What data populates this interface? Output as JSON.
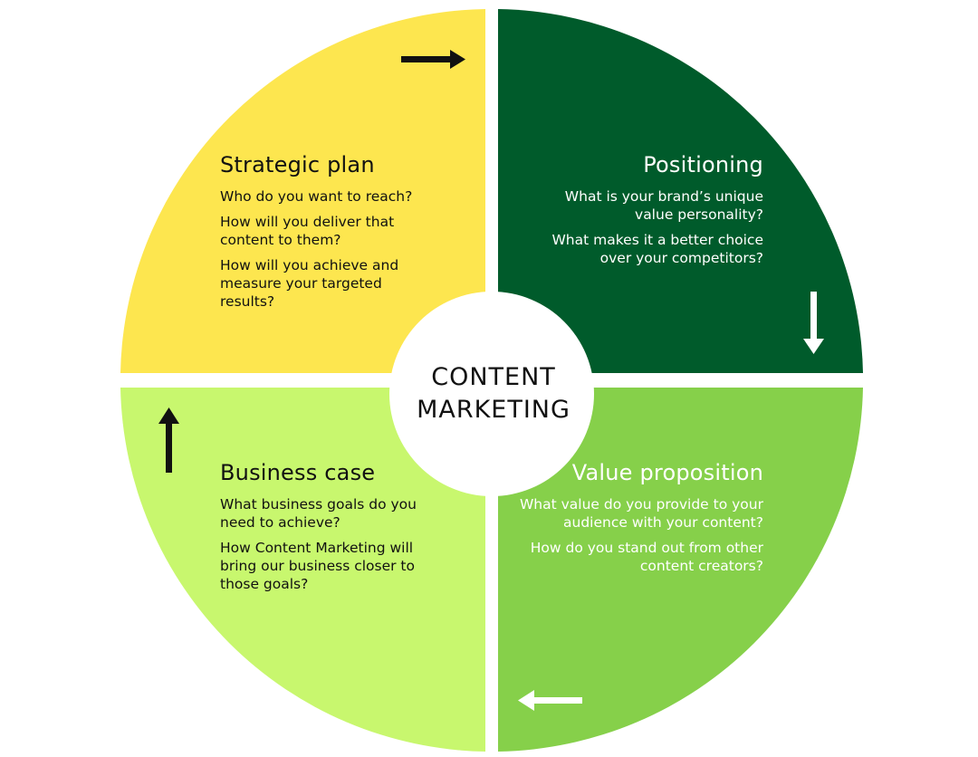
{
  "center": {
    "line1": "CONTENT",
    "line2": "MARKETING"
  },
  "quadrants": [
    {
      "id": "strategic-plan",
      "title": "Strategic plan",
      "questions": [
        "Who do you want to reach?",
        "How will you deliver that content to them?",
        "How will you achieve and measure your targeted results?"
      ],
      "color": "#fde64f",
      "text_color": "#111111"
    },
    {
      "id": "positioning",
      "title": "Positioning",
      "questions": [
        "What is your brand’s unique value personality?",
        "What makes it a better choice over your competitors?"
      ],
      "color": "#005b2b",
      "text_color": "#ffffff"
    },
    {
      "id": "value-proposition",
      "title": "Value proposition",
      "questions": [
        "What value do you provide to your audience with your content?",
        "How do you stand out from other content creators?"
      ],
      "color": "#86d04a",
      "text_color": "#ffffff"
    },
    {
      "id": "business-case",
      "title": "Business case",
      "questions": [
        "What business goals do you need to achieve?",
        "How Content Marketing will bring our business closer to those goals?"
      ],
      "color": "#c8f76e",
      "text_color": "#111111"
    }
  ],
  "arrows": [
    {
      "name": "arrow-right-icon",
      "color": "#111111"
    },
    {
      "name": "arrow-down-icon",
      "color": "#ffffff"
    },
    {
      "name": "arrow-left-icon",
      "color": "#ffffff"
    },
    {
      "name": "arrow-up-icon",
      "color": "#111111"
    }
  ]
}
